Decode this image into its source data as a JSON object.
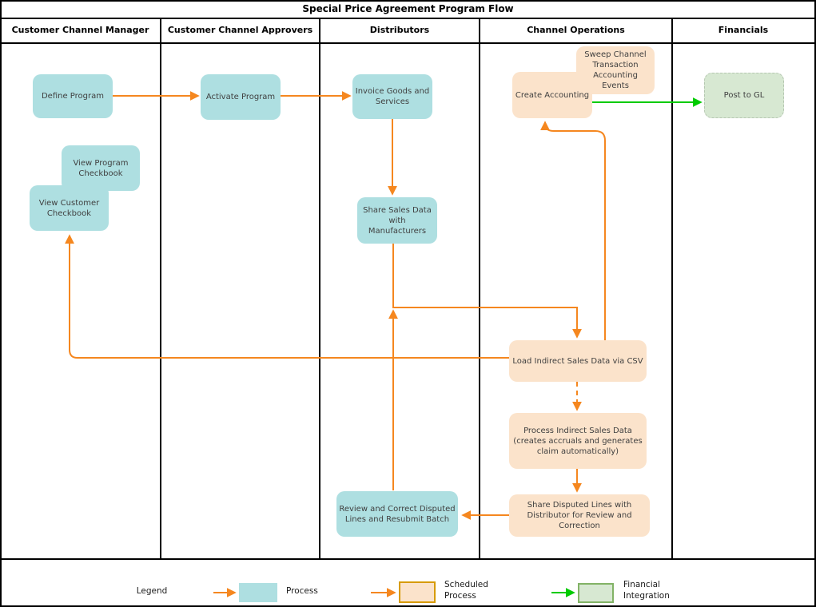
{
  "title": "Special Price Agreement Program Flow",
  "lanes": [
    {
      "label": "Customer Channel Manager"
    },
    {
      "label": "Customer Channel Approvers"
    },
    {
      "label": "Distributors"
    },
    {
      "label": "Channel Operations"
    },
    {
      "label": "Financials"
    }
  ],
  "nodes": {
    "define_program": {
      "label": "Define Program",
      "type": "process"
    },
    "view_program_checkbook": {
      "label": "View Program Checkbook",
      "type": "process"
    },
    "view_customer_checkbook": {
      "label": "View Customer Checkbook",
      "type": "process"
    },
    "activate_program": {
      "label": "Activate Program",
      "type": "process"
    },
    "invoice_goods": {
      "label": "Invoice Goods and Services",
      "type": "process"
    },
    "share_sales_data": {
      "label": "Share Sales Data with Manufacturers",
      "type": "process"
    },
    "review_correct": {
      "label": "Review and Correct Disputed Lines and Resubmit Batch",
      "type": "process"
    },
    "sweep_channel": {
      "label": "Sweep Channel Transaction Accounting Events",
      "type": "scheduled"
    },
    "create_accounting": {
      "label": "Create Accounting",
      "type": "scheduled"
    },
    "load_indirect": {
      "label": "Load Indirect Sales Data via CSV",
      "type": "scheduled"
    },
    "process_indirect": {
      "label": "Process Indirect Sales Data (creates accruals and generates claim automatically)",
      "type": "scheduled"
    },
    "share_disputed": {
      "label": "Share Disputed Lines with Distributor for Review and Correction",
      "type": "scheduled"
    },
    "post_to_gl": {
      "label": "Post to GL",
      "type": "financial"
    }
  },
  "edges": [
    {
      "from": "define_program",
      "to": "activate_program",
      "style": "solid",
      "color": "#F5871F"
    },
    {
      "from": "activate_program",
      "to": "invoice_goods",
      "style": "solid",
      "color": "#F5871F"
    },
    {
      "from": "invoice_goods",
      "to": "share_sales_data",
      "style": "solid",
      "color": "#F5871F"
    },
    {
      "from": "share_sales_data",
      "to": "load_indirect",
      "style": "solid",
      "color": "#F5871F"
    },
    {
      "from": "review_correct",
      "to": "load_indirect",
      "style": "solid",
      "color": "#F5871F",
      "note": "merges into share-sales flow junction"
    },
    {
      "from": "load_indirect",
      "to": "view_customer_checkbook",
      "style": "solid",
      "color": "#F5871F"
    },
    {
      "from": "load_indirect",
      "to": "create_accounting",
      "style": "solid",
      "color": "#F5871F"
    },
    {
      "from": "create_accounting",
      "to": "post_to_gl",
      "style": "solid",
      "color": "#00CB00"
    },
    {
      "from": "load_indirect",
      "to": "process_indirect",
      "style": "dashed",
      "color": "#F5871F"
    },
    {
      "from": "process_indirect",
      "to": "share_disputed",
      "style": "solid",
      "color": "#F5871F"
    },
    {
      "from": "share_disputed",
      "to": "review_correct",
      "style": "solid",
      "color": "#F5871F"
    }
  ],
  "legend": {
    "title": "Legend",
    "items": [
      {
        "label": "Process",
        "swatch_fill": "#AEDFE1",
        "arrow_color": "#F5871F"
      },
      {
        "label": "Scheduled Process",
        "swatch_fill": "#FBE3CB",
        "swatch_border": "#D79B00",
        "arrow_color": "#F5871F"
      },
      {
        "label": "Financial Integration",
        "swatch_fill": "#D7E8D2",
        "swatch_border": "#82B366",
        "arrow_color": "#00CB00"
      }
    ]
  },
  "colors": {
    "process_fill": "#AEDFE1",
    "scheduled_fill": "#FBE3CB",
    "financial_fill": "#D7E8D2",
    "flow_arrow": "#F5871F",
    "financial_arrow": "#00CB00",
    "text": "#404040",
    "frame": "#000000"
  }
}
